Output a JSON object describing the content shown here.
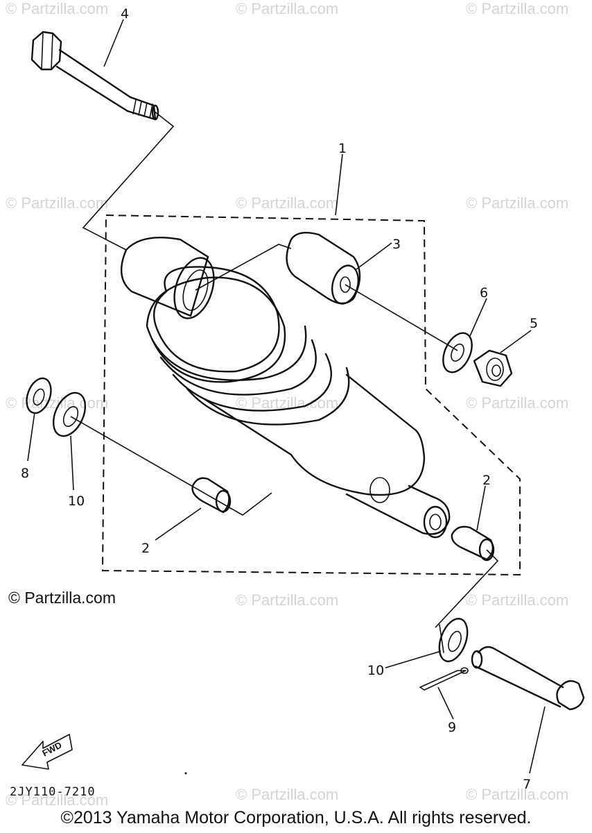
{
  "watermark": "© Partzilla.com",
  "brand_watermark": "© Partzilla.com",
  "diagram_code": "2JY110-7210",
  "fwd_label": "FWD",
  "copyright": "©2013 Yamaha Motor Corporation, U.S.A. All rights reserved.",
  "callouts": {
    "c1": "1",
    "c2a": "2",
    "c2b": "2",
    "c3": "3",
    "c4": "4",
    "c5": "5",
    "c6": "6",
    "c7": "7",
    "c8": "8",
    "c9": "9",
    "c10a": "10",
    "c10b": "10"
  }
}
